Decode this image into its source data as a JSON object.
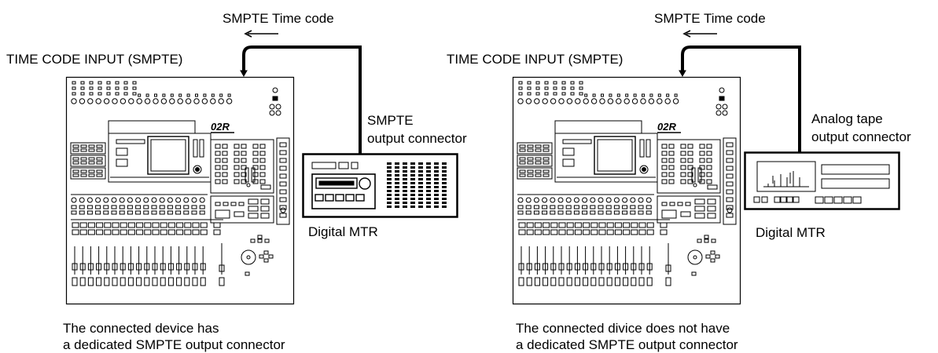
{
  "left": {
    "timecode_label": "SMPTE Time code",
    "input_label": "TIME CODE INPUT (SMPTE)",
    "connector_label_line1": "SMPTE",
    "connector_label_line2": "output connector",
    "device_label": "Digital MTR",
    "console_logo": "02R",
    "caption_line1": "The connected device has",
    "caption_line2": "a dedicated SMPTE output connector"
  },
  "right": {
    "timecode_label": "SMPTE Time code",
    "input_label": "TIME CODE INPUT (SMPTE)",
    "connector_label_line1": "Analog tape",
    "connector_label_line2": "output connector",
    "device_label": "Digital MTR",
    "console_logo": "02R",
    "caption_line1": "The connected divice does not have",
    "caption_line2": "a dedicated SMPTE output connector"
  }
}
